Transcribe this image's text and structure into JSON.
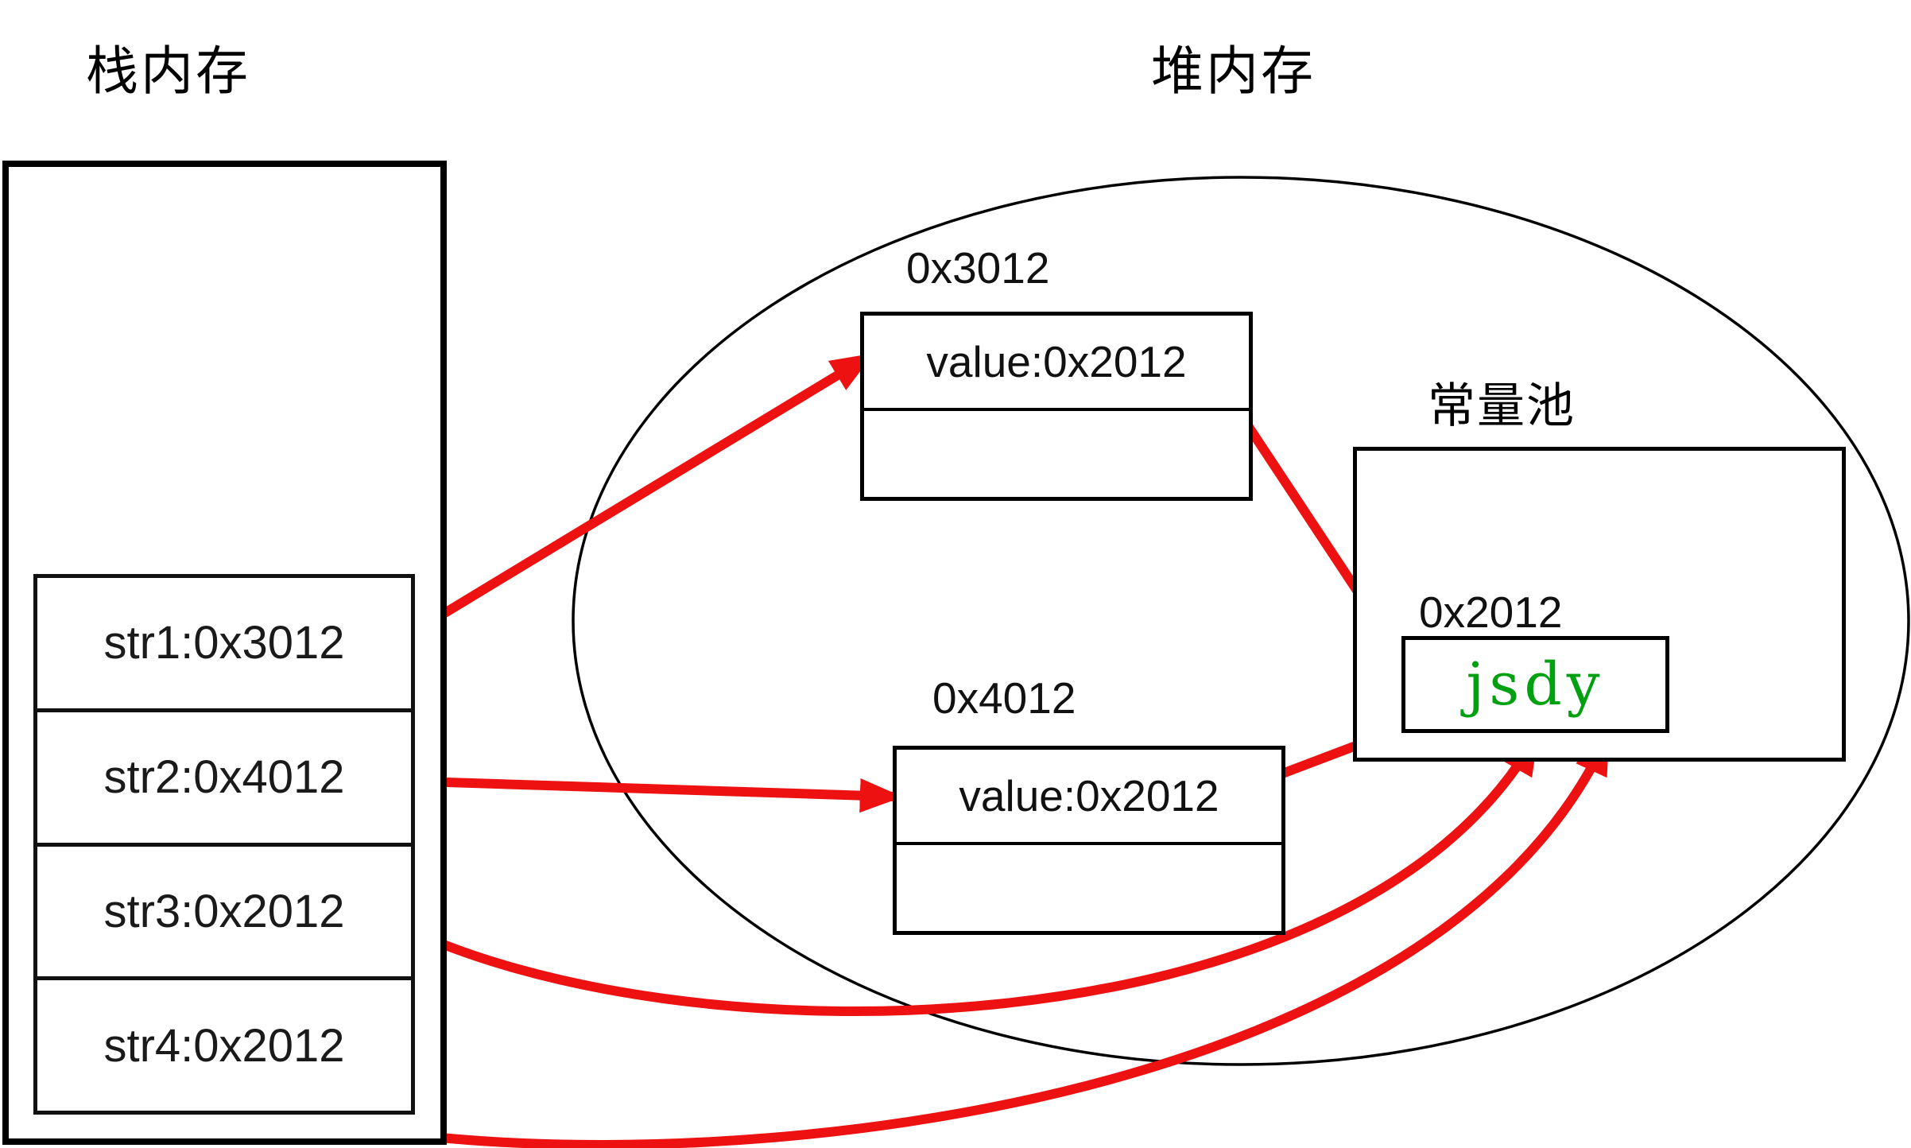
{
  "titles": {
    "stack_memory": "栈内存",
    "heap_memory": "堆内存",
    "constant_pool": "常量池"
  },
  "stack": {
    "cells": [
      {
        "label": "str1:0x3012"
      },
      {
        "label": "str2:0x4012"
      },
      {
        "label": "str3:0x2012"
      },
      {
        "label": "str4:0x2012"
      }
    ]
  },
  "heap": {
    "objects": [
      {
        "address_label": "0x3012",
        "value_row": "value:0x2012"
      },
      {
        "address_label": "0x4012",
        "value_row": "value:0x2012"
      }
    ],
    "constant_pool_entry": {
      "address_label": "0x2012",
      "value": "jsdy"
    }
  },
  "colors": {
    "arrow_red": "#ed1111",
    "literal_green": "#00a010",
    "line_black": "#000000"
  }
}
